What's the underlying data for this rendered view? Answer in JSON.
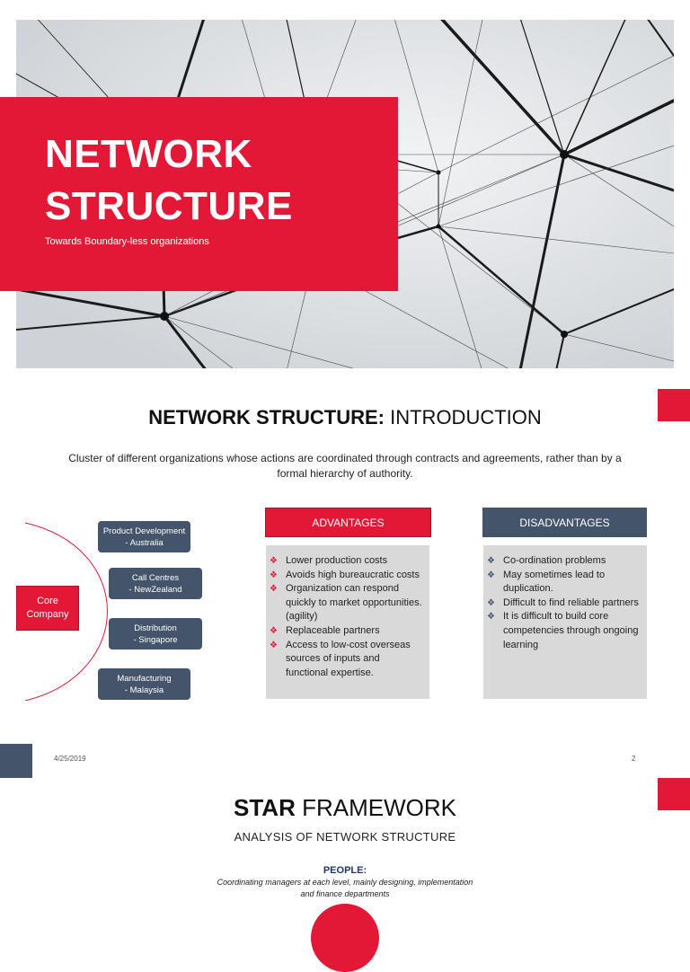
{
  "slide1": {
    "title_line1": "NETWORK",
    "title_line2": "STRUCTURE",
    "subtitle": "Towards Boundary-less organizations"
  },
  "slide2": {
    "title_bold": "NETWORK STRUCTURE:",
    "title_rest": " INTRODUCTION",
    "description": "Cluster of different organizations whose actions are coordinated through contracts and agreements, rather than by a formal hierarchy of authority.",
    "core": "Core Company",
    "nodes": [
      {
        "line1": "Product Development",
        "line2": "- Australia"
      },
      {
        "line1": "Call Centres",
        "line2": "- NewZealand"
      },
      {
        "line1": "Distribution",
        "line2": "- Singapore"
      },
      {
        "line1": "Manufacturing",
        "line2": "- Malaysia"
      }
    ],
    "advantages": {
      "header": "ADVANTAGES",
      "items": [
        "Lower production costs",
        "Avoids high bureaucratic costs",
        "Organization can respond quickly to market opportunities. (agility)",
        "Replaceable partners",
        "Access to low-cost overseas sources of inputs and functional expertise."
      ]
    },
    "disadvantages": {
      "header": "DISADVANTAGES",
      "items": [
        "Co-ordination problems",
        "May sometimes lead to duplication.",
        "Difficult to find reliable partners",
        "It is difficult to build core competencies through ongoing learning"
      ]
    },
    "date": "4/25/2019",
    "page_number": "2"
  },
  "slide3": {
    "title_bold": "STAR",
    "title_rest": " FRAMEWORK",
    "subtitle": "ANALYSIS OF NETWORK STRUCTURE",
    "people_label": "PEOPLE:",
    "people_desc": "Coordinating managers at each level, mainly designing, implementation and finance departments"
  },
  "colors": {
    "accent_red": "#e31837",
    "slate": "#44546a",
    "box_grey": "#d9d9d9"
  },
  "icons": {
    "bullet": "diamond-bullet-icon"
  }
}
